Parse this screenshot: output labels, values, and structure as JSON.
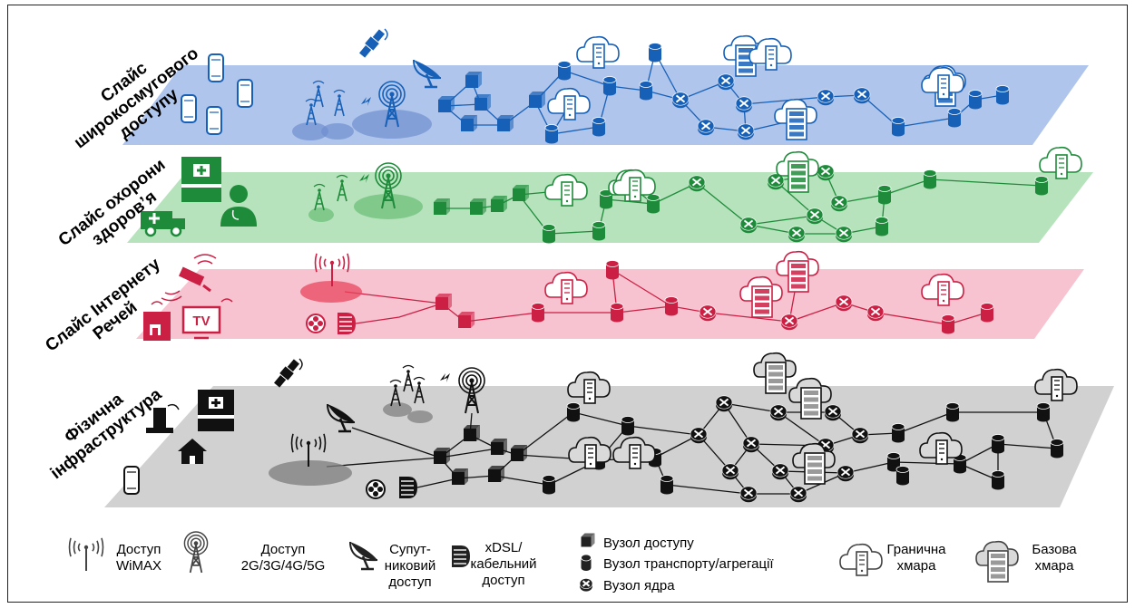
{
  "slices": [
    {
      "id": "broadband",
      "label_lines": [
        "Слайс",
        "широкосмугового",
        "доступу"
      ],
      "color": "#7c9fe0",
      "accent": "#1660b8"
    },
    {
      "id": "health",
      "label_lines": [
        "Слайс охорони",
        "здоров’я"
      ],
      "color": "#86d08f",
      "accent": "#1e8b3a"
    },
    {
      "id": "iot",
      "label_lines": [
        "Слайс Інтернету",
        "Речей"
      ],
      "color": "#f49bb0",
      "accent": "#cc1f44"
    },
    {
      "id": "physical",
      "label_lines": [
        "Фізична",
        "інфраструктура"
      ],
      "color": "#b3b3b3",
      "accent": "#111111"
    }
  ],
  "legend": {
    "wimax": {
      "lines": [
        "Доступ",
        "WiMAX"
      ],
      "icon": "wimax-antenna-icon"
    },
    "cellular": {
      "lines": [
        "Доступ",
        "2G/3G/4G/5G"
      ],
      "icon": "cell-tower-icon"
    },
    "satellite": {
      "lines": [
        "Супут-",
        "никовий",
        "доступ"
      ],
      "icon": "satellite-dish-icon"
    },
    "xdsl": {
      "lines": [
        "xDSL/",
        "кабельний",
        "доступ"
      ],
      "icon": "xdsl-modem-icon"
    },
    "access_node": {
      "label": "Вузол доступу",
      "icon": "cube-icon"
    },
    "transport_node": {
      "label": "Вузол транспорту/агрегації",
      "icon": "cylinder-icon"
    },
    "core_node": {
      "label": "Вузол ядра",
      "icon": "router-icon"
    },
    "edge_cloud": {
      "lines": [
        "Гранична",
        "хмара"
      ],
      "icon": "edge-cloud-icon"
    },
    "base_cloud": {
      "lines": [
        "Базова",
        "хмара"
      ],
      "icon": "base-cloud-icon"
    }
  },
  "icons": {
    "tv_label": "TV"
  }
}
